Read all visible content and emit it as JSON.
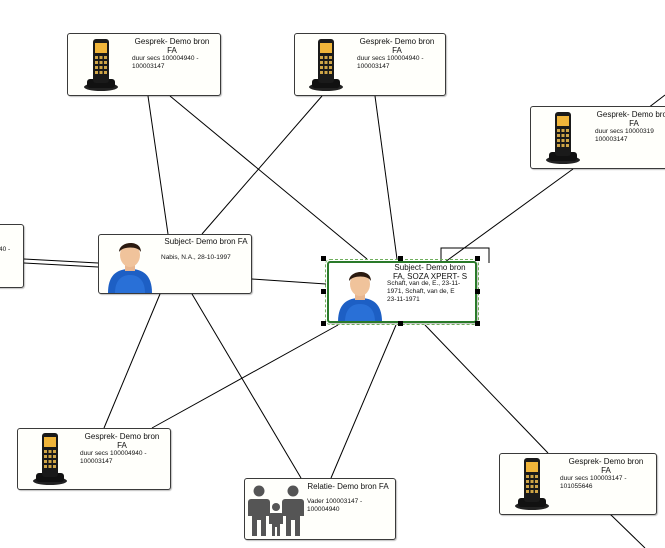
{
  "diagram": {
    "nodes": [
      {
        "id": "call-top-left",
        "icon": "phone-icon",
        "title": "Gesprek- Demo bron\nFA",
        "detail": "duur secs 100004940 -\n100003147"
      },
      {
        "id": "call-top-center",
        "icon": "phone-icon",
        "title": "Gesprek- Demo bron\nFA",
        "detail": "duur secs 100004940 -\n100003147"
      },
      {
        "id": "call-right-top",
        "icon": "phone-icon",
        "title": "Gesprek- Demo bron\nFA",
        "detail": "duur secs 10000319\n100003147"
      },
      {
        "id": "edge-left-partial",
        "icon": "",
        "title": "",
        "detail": "40 -"
      },
      {
        "id": "subject-left",
        "icon": "person-icon",
        "title": "Subject- Demo bron FA",
        "detail": "Nabis, N.A., 28-10-1997"
      },
      {
        "id": "subject-center",
        "icon": "person-icon",
        "title": "Subject- Demo bron\nFA, SOZA XPERT- S",
        "detail": "Schaft, van de, E., 23-11-\n1971, Schaft, van de, E\n23-11-1971"
      },
      {
        "id": "call-bottom-left",
        "icon": "phone-icon",
        "title": "Gesprek- Demo bron\nFA",
        "detail": "duur secs 100004940 -\n100003147"
      },
      {
        "id": "relation-bottom",
        "icon": "family-icon",
        "title": "Relatie- Demo bron FA",
        "detail": "Vader 100003147 -\n100004940"
      },
      {
        "id": "call-bottom-right",
        "icon": "phone-icon",
        "title": "Gesprek- Demo bron\nFA",
        "detail": "duur secs 100003147 -\n101055646"
      }
    ],
    "edges": [
      [
        "call-top-left",
        "subject-left"
      ],
      [
        "call-top-left",
        "subject-center"
      ],
      [
        "call-top-center",
        "subject-left"
      ],
      [
        "call-top-center",
        "subject-center"
      ],
      [
        "call-right-top",
        "subject-center"
      ],
      [
        "edge-left-partial",
        "subject-left"
      ],
      [
        "subject-left",
        "subject-center"
      ],
      [
        "subject-left",
        "call-bottom-left"
      ],
      [
        "subject-left",
        "relation-bottom"
      ],
      [
        "subject-center",
        "call-bottom-left"
      ],
      [
        "subject-center",
        "relation-bottom"
      ],
      [
        "subject-center",
        "call-bottom-right"
      ]
    ],
    "colors": {
      "selection": "#2a7a2a",
      "node_border": "#3a3a3a",
      "edge": "#000000"
    }
  }
}
